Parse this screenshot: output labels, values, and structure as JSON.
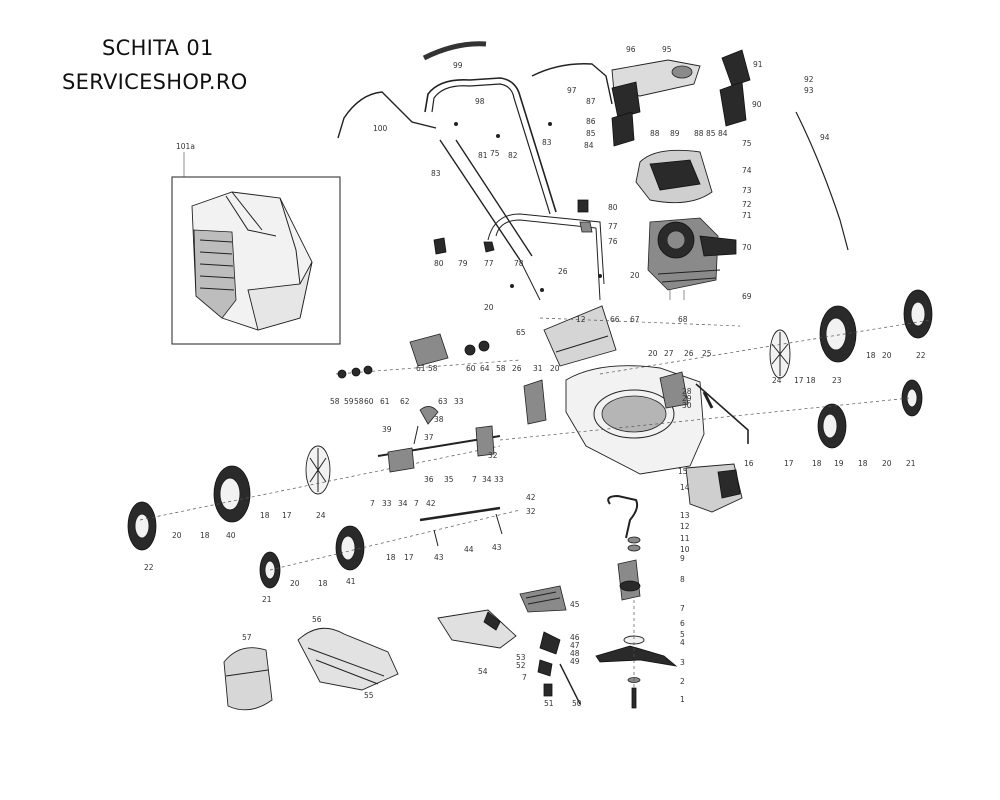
{
  "header": {
    "line1": "SCHITA 01",
    "line2": "SERVICESHOP.RO"
  },
  "inset": {
    "label": "101a"
  },
  "callouts": {
    "p99": "99",
    "p100": "100",
    "p98": "98",
    "p97": "97",
    "p96": "96",
    "p95": "95",
    "p91": "91",
    "p92": "92",
    "p93": "93",
    "p87": "87",
    "p90": "90",
    "p86": "86",
    "p85a": "85",
    "p84a": "84",
    "p88a": "88",
    "p89": "89",
    "p88b": "88",
    "p85b": "85",
    "p84b": "84",
    "p75a": "75",
    "p75b": "75",
    "p94": "94",
    "p74": "74",
    "p73": "73",
    "p72": "72",
    "p71": "71",
    "p70": "70",
    "p69": "69",
    "p83a": "83",
    "p81": "81",
    "p82": "82",
    "p83b": "83",
    "p80a": "80",
    "p77a": "77",
    "p76": "76",
    "p80b": "80",
    "p79": "79",
    "p77b": "77",
    "p78": "78",
    "p26a": "26",
    "p20a": "20",
    "p20b": "20",
    "p65": "65",
    "p12a": "12",
    "p66": "66",
    "p67": "67",
    "p68": "68",
    "p61a": "61",
    "p58a": "58",
    "p60a": "60",
    "p64": "64",
    "p58b": "58",
    "p58c": "58",
    "p59": "59",
    "p58d": "58",
    "p60b": "60",
    "p61b": "61",
    "p62": "62",
    "p63": "63",
    "p33a": "33",
    "p26b": "26",
    "p31": "31",
    "p20c": "20",
    "p20d": "20",
    "p27": "27",
    "p26c": "26",
    "p25": "25",
    "p28": "28",
    "p29": "29",
    "p30": "30",
    "p24a": "24",
    "p17a": "17",
    "p18a": "18",
    "p23": "23",
    "p18b": "18",
    "p20e": "20",
    "p22a": "22",
    "p38": "38",
    "p39": "39",
    "p37": "37",
    "p32a": "32",
    "p36": "36",
    "p35": "35",
    "p7a": "7",
    "p34a": "34",
    "p33b": "33",
    "p33c": "33",
    "p34b": "34",
    "p7b": "7",
    "p7c": "7",
    "p15": "15",
    "p16": "16",
    "p17b": "17",
    "p18c": "18",
    "p19": "19",
    "p18d": "18",
    "p20f": "20",
    "p21a": "21",
    "p24b": "24",
    "p40": "40",
    "p18e": "18",
    "p17c": "17",
    "p20g": "20",
    "p18f": "18",
    "p22b": "22",
    "p42a": "42",
    "p42b": "42",
    "p32b": "32",
    "p44": "44",
    "p43a": "43",
    "p43b": "43",
    "p41": "41",
    "p18g": "18",
    "p17d": "17",
    "p20h": "20",
    "p18h": "18",
    "p21b": "21",
    "p14": "14",
    "p13": "13",
    "p12b": "12",
    "p11": "11",
    "p10": "10",
    "p9": "9",
    "p8": "8",
    "p7d": "7",
    "p6": "6",
    "p5": "5",
    "p4": "4",
    "p3": "3",
    "p2": "2",
    "p1": "1",
    "p45": "45",
    "p46": "46",
    "p47": "47",
    "p48": "48",
    "p49": "49",
    "p53": "53",
    "p52": "52",
    "p7e": "7",
    "p51": "51",
    "p50": "50",
    "p54": "54",
    "p56": "56",
    "p55": "55",
    "p57": "57"
  }
}
